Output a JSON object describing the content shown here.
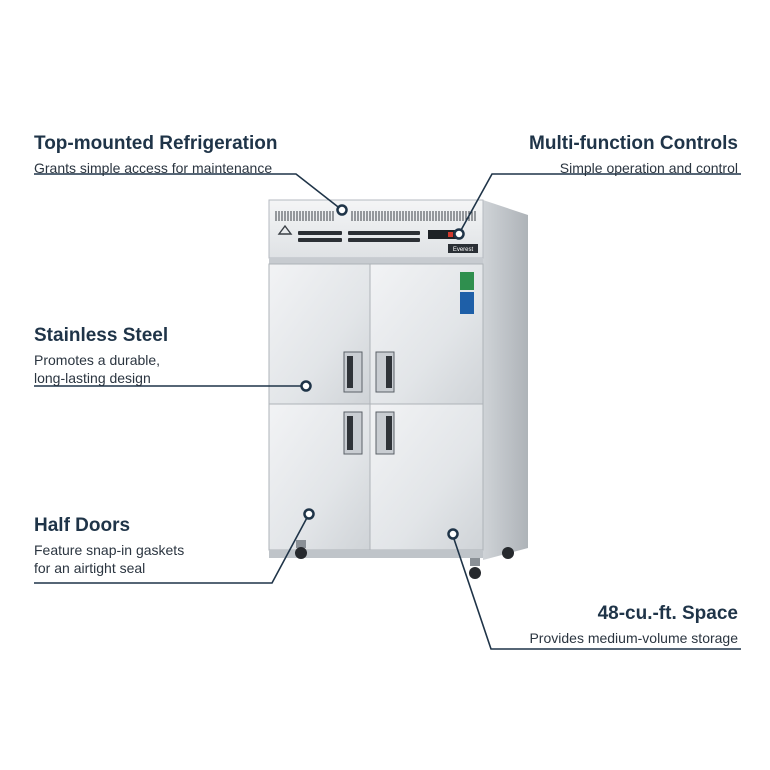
{
  "callouts": {
    "refrigeration": {
      "title": "Top-mounted Refrigeration",
      "desc": "Grants simple access for maintenance"
    },
    "controls": {
      "title": "Multi-function Controls",
      "desc": "Simple operation and control"
    },
    "steel": {
      "title": "Stainless Steel",
      "desc": "Promotes a durable,\nlong-lasting design"
    },
    "doors": {
      "title": "Half Doors",
      "desc": "Feature snap-in gaskets\nfor an airtight seal"
    },
    "space": {
      "title": "48-cu.-ft. Space",
      "desc": "Provides medium-volume storage"
    }
  },
  "colors": {
    "heading": "#1f3448",
    "line": "#1f3448",
    "steel_light": "#eef0f2",
    "steel_mid": "#d9dde1",
    "steel_dark": "#b9bec4"
  },
  "brand_label": "Everest"
}
